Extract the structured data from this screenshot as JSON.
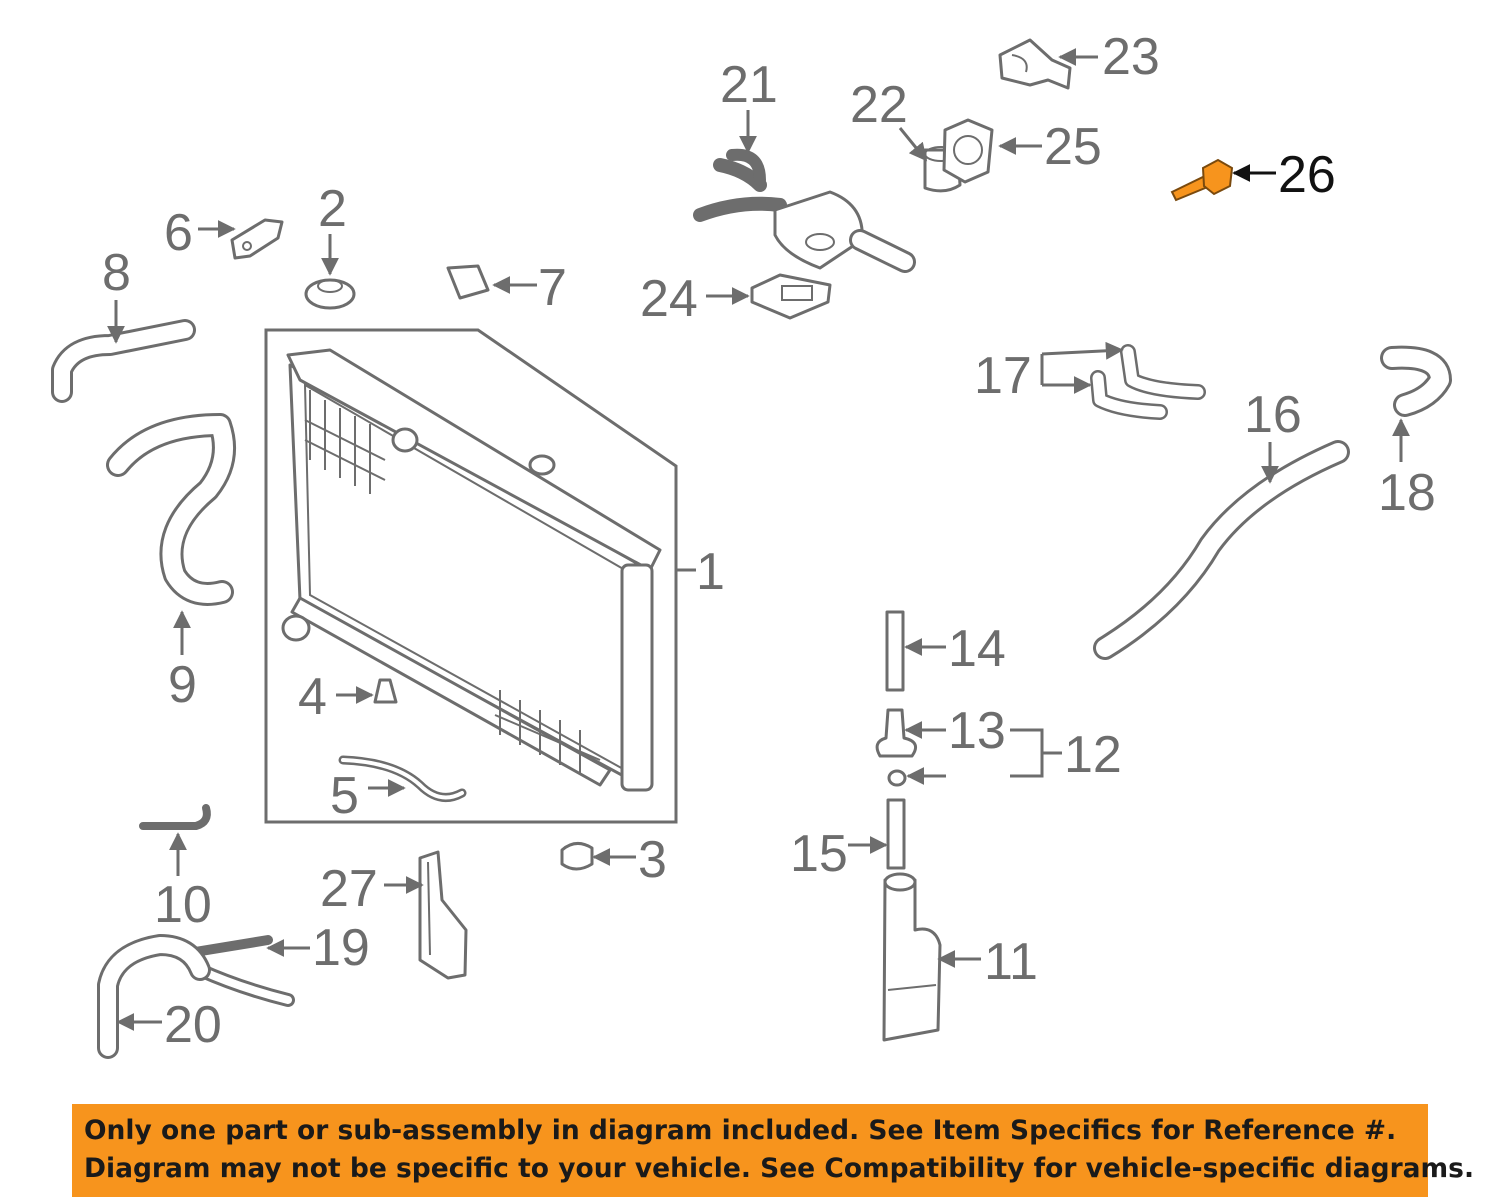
{
  "diagram": {
    "labels": {
      "p1": "1",
      "p2": "2",
      "p3": "3",
      "p4": "4",
      "p5": "5",
      "p6": "6",
      "p7": "7",
      "p8": "8",
      "p9": "9",
      "p10": "10",
      "p11": "11",
      "p12": "12",
      "p13": "13",
      "p14": "14",
      "p15": "15",
      "p16": "16",
      "p17": "17",
      "p18": "18",
      "p19": "19",
      "p20": "20",
      "p21": "21",
      "p22": "22",
      "p23": "23",
      "p24": "24",
      "p25": "25",
      "p26": "26",
      "p27": "27"
    },
    "highlighted_part": "26"
  },
  "colors": {
    "line": "#6d6d6d",
    "highlight": "#f7941d",
    "banner": "#f7941d",
    "banner_text": "#1a1a1a"
  },
  "banner": {
    "line1": "Only one part or sub-assembly in diagram included. See Item Specifics for Reference #.",
    "line2": "Diagram may not be specific to your vehicle. See Compatibility for vehicle-specific diagrams."
  }
}
